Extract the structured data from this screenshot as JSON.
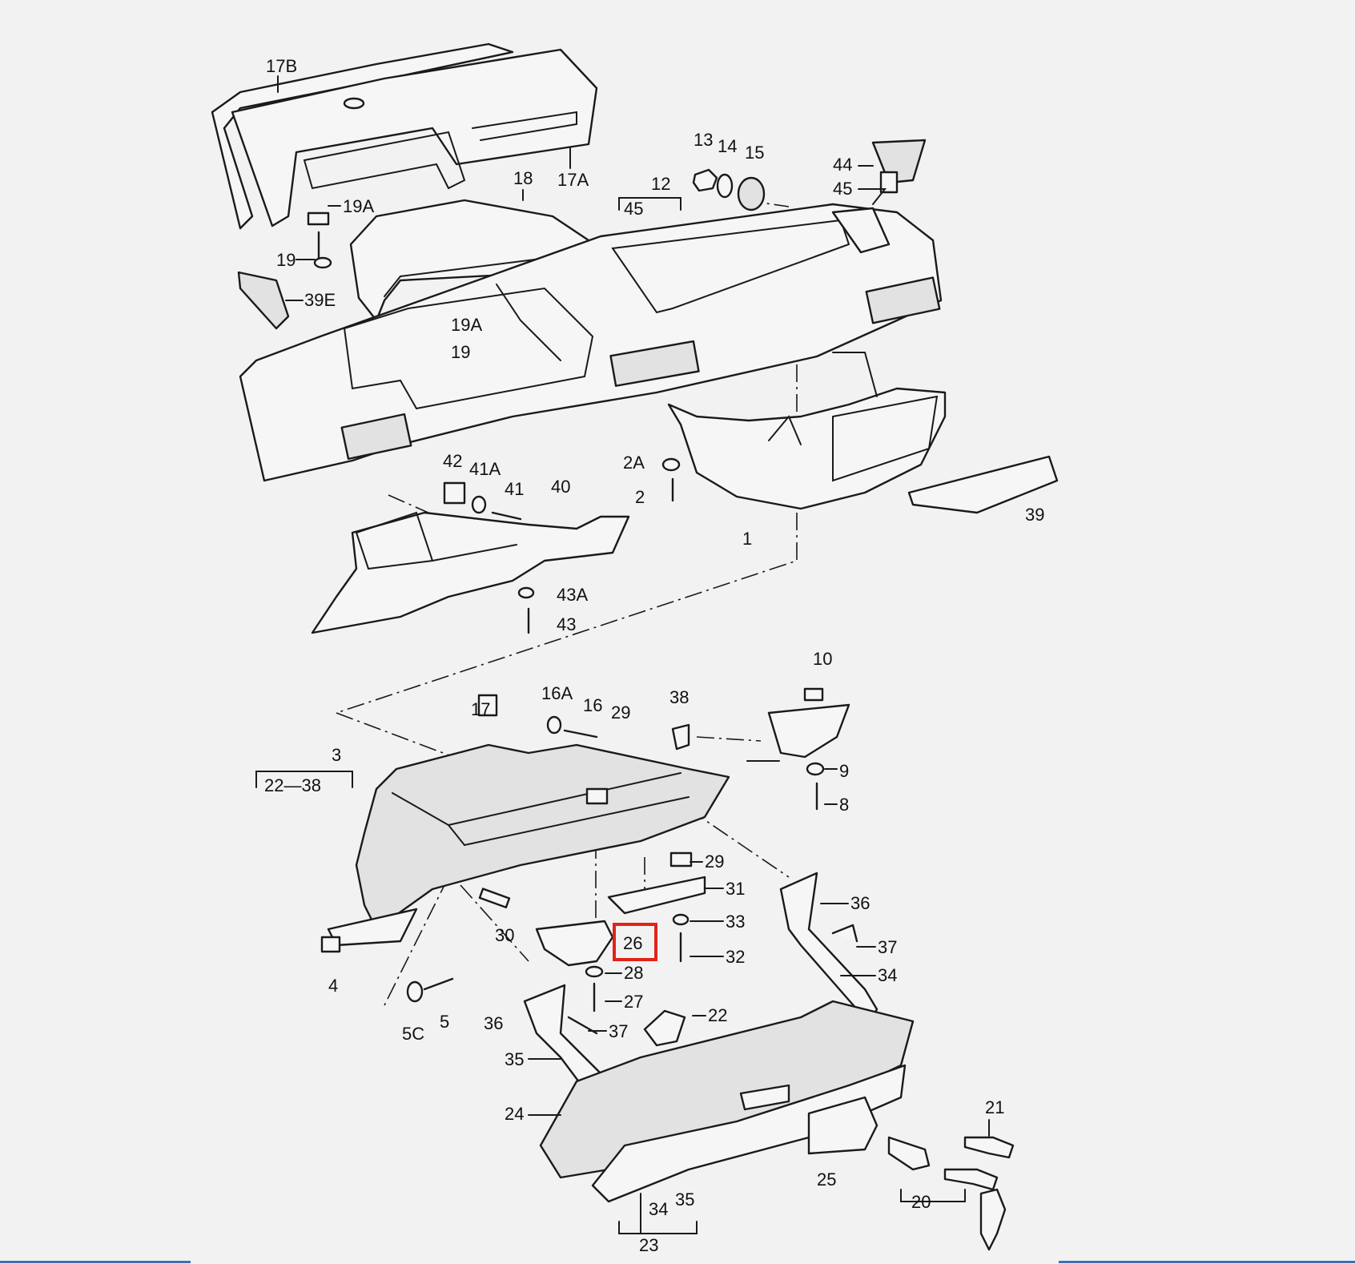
{
  "diagram": {
    "highlight_color": "#e2231a",
    "highlighted_part": "26",
    "callouts": [
      {
        "id": "c-17B",
        "text": "17B"
      },
      {
        "id": "c-17A",
        "text": "17A"
      },
      {
        "id": "c-18",
        "text": "18"
      },
      {
        "id": "c-19A-a",
        "text": "19A"
      },
      {
        "id": "c-19-a",
        "text": "19"
      },
      {
        "id": "c-39E",
        "text": "39E"
      },
      {
        "id": "c-19A-b",
        "text": "19A"
      },
      {
        "id": "c-19-b",
        "text": "19"
      },
      {
        "id": "c-13",
        "text": "13"
      },
      {
        "id": "c-14",
        "text": "14"
      },
      {
        "id": "c-15",
        "text": "15"
      },
      {
        "id": "c-12",
        "text": "12"
      },
      {
        "id": "c-45-a",
        "text": "45"
      },
      {
        "id": "c-44",
        "text": "44"
      },
      {
        "id": "c-45-b",
        "text": "45"
      },
      {
        "id": "c-42",
        "text": "42"
      },
      {
        "id": "c-41A",
        "text": "41A"
      },
      {
        "id": "c-41",
        "text": "41"
      },
      {
        "id": "c-40",
        "text": "40"
      },
      {
        "id": "c-2A",
        "text": "2A"
      },
      {
        "id": "c-2",
        "text": "2"
      },
      {
        "id": "c-1",
        "text": "1"
      },
      {
        "id": "c-39",
        "text": "39"
      },
      {
        "id": "c-43A",
        "text": "43A"
      },
      {
        "id": "c-43",
        "text": "43"
      },
      {
        "id": "c-10",
        "text": "10"
      },
      {
        "id": "c-9",
        "text": "9"
      },
      {
        "id": "c-8",
        "text": "8"
      },
      {
        "id": "c-17",
        "text": "17"
      },
      {
        "id": "c-16A",
        "text": "16A"
      },
      {
        "id": "c-16",
        "text": "16"
      },
      {
        "id": "c-29-a",
        "text": "29"
      },
      {
        "id": "c-38",
        "text": "38"
      },
      {
        "id": "c-3",
        "text": "3"
      },
      {
        "id": "c-22-38",
        "text": "22—38"
      },
      {
        "id": "c-29-b",
        "text": "29"
      },
      {
        "id": "c-31",
        "text": "31"
      },
      {
        "id": "c-33",
        "text": "33"
      },
      {
        "id": "c-32",
        "text": "32"
      },
      {
        "id": "c-36-a",
        "text": "36"
      },
      {
        "id": "c-37-a",
        "text": "37"
      },
      {
        "id": "c-34-a",
        "text": "34"
      },
      {
        "id": "c-30",
        "text": "30"
      },
      {
        "id": "c-26",
        "text": "26"
      },
      {
        "id": "c-28",
        "text": "28"
      },
      {
        "id": "c-27",
        "text": "27"
      },
      {
        "id": "c-4",
        "text": "4"
      },
      {
        "id": "c-5C",
        "text": "5C"
      },
      {
        "id": "c-5",
        "text": "5"
      },
      {
        "id": "c-36-b",
        "text": "36"
      },
      {
        "id": "c-37-b",
        "text": "37"
      },
      {
        "id": "c-22",
        "text": "22"
      },
      {
        "id": "c-35-a",
        "text": "35"
      },
      {
        "id": "c-24",
        "text": "24"
      },
      {
        "id": "c-25",
        "text": "25"
      },
      {
        "id": "c-21",
        "text": "21"
      },
      {
        "id": "c-20",
        "text": "20"
      },
      {
        "id": "c-34-b",
        "text": "34"
      },
      {
        "id": "c-35-b",
        "text": "35"
      },
      {
        "id": "c-23",
        "text": "23"
      }
    ]
  }
}
